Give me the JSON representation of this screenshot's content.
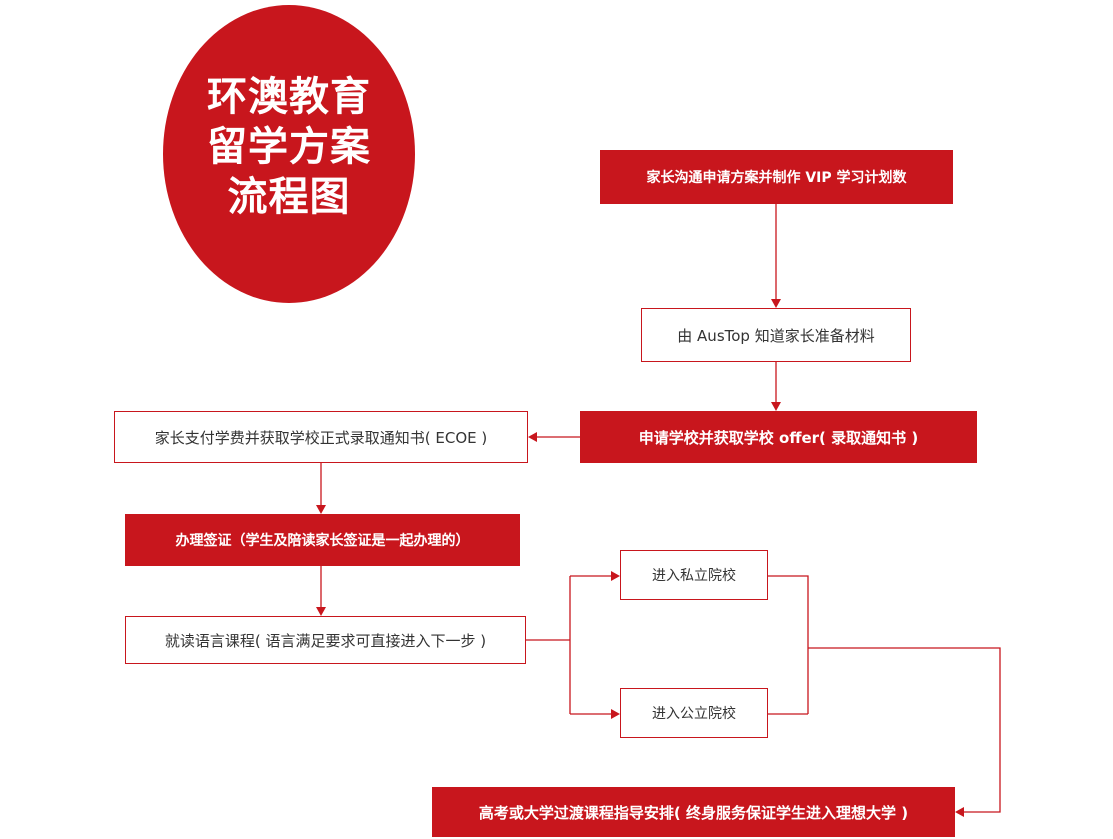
{
  "title": {
    "lines": [
      "环澳教育",
      "留学方案",
      "流程图"
    ]
  },
  "steps": {
    "communicate": "家长沟通申请方案并制作 VIP 学习计划数",
    "prepare_materials": "由 AusTop 知道家长准备材料",
    "apply_offer": "申请学校并获取学校 offer( 录取通知书 )",
    "pay_tuition": "家长支付学费并获取学校正式录取通知书( ECOE )",
    "visa": "办理签证（学生及陪读家长签证是一起办理的）",
    "language_course": "就读语言课程( 语言满足要求可直接进入下一步 )",
    "private_school": "进入私立院校",
    "public_school": "进入公立院校",
    "final_step": "高考或大学过渡课程指导安排( 终身服务保证学生进入理想大学 )"
  },
  "colors": {
    "accent": "#c8161d",
    "text_dark": "#333333",
    "text_light": "#ffffff"
  }
}
